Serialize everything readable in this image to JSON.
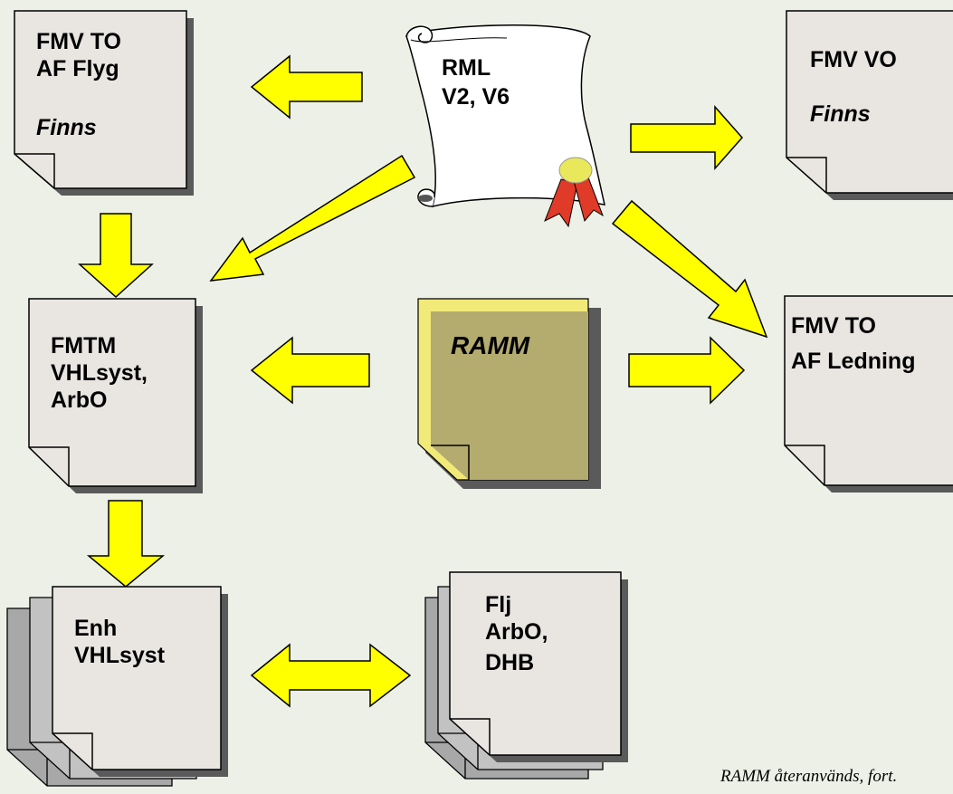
{
  "docs": {
    "to_flyg": {
      "line1": "FMV TO",
      "line2": "AF Flyg",
      "status": "Finns"
    },
    "vo": {
      "line1": "FMV VO",
      "status": "Finns"
    },
    "rml": {
      "line1": "RML",
      "line2": "V2, V6"
    },
    "fmtm": {
      "line1": "FMTM",
      "line2": "VHLsyst,",
      "line3": "ArbO"
    },
    "ramm": {
      "label": "RAMM"
    },
    "to_ledning": {
      "line1": "FMV TO",
      "line2": "AF Ledning"
    },
    "enh": {
      "line1": "Enh",
      "line2": "VHLsyst"
    },
    "flj": {
      "line1": "Flj",
      "line2": "ArbO,",
      "line3": "DHB"
    }
  },
  "caption": "RAMM återanvänds, fort.",
  "colors": {
    "arrow": "#ffff00",
    "doc": "#e9e6e2",
    "shadow": "#5a5a5a",
    "ramm": "#b4ab6e",
    "ramm_back": "#f2ea78",
    "background": "#edf0e6"
  }
}
